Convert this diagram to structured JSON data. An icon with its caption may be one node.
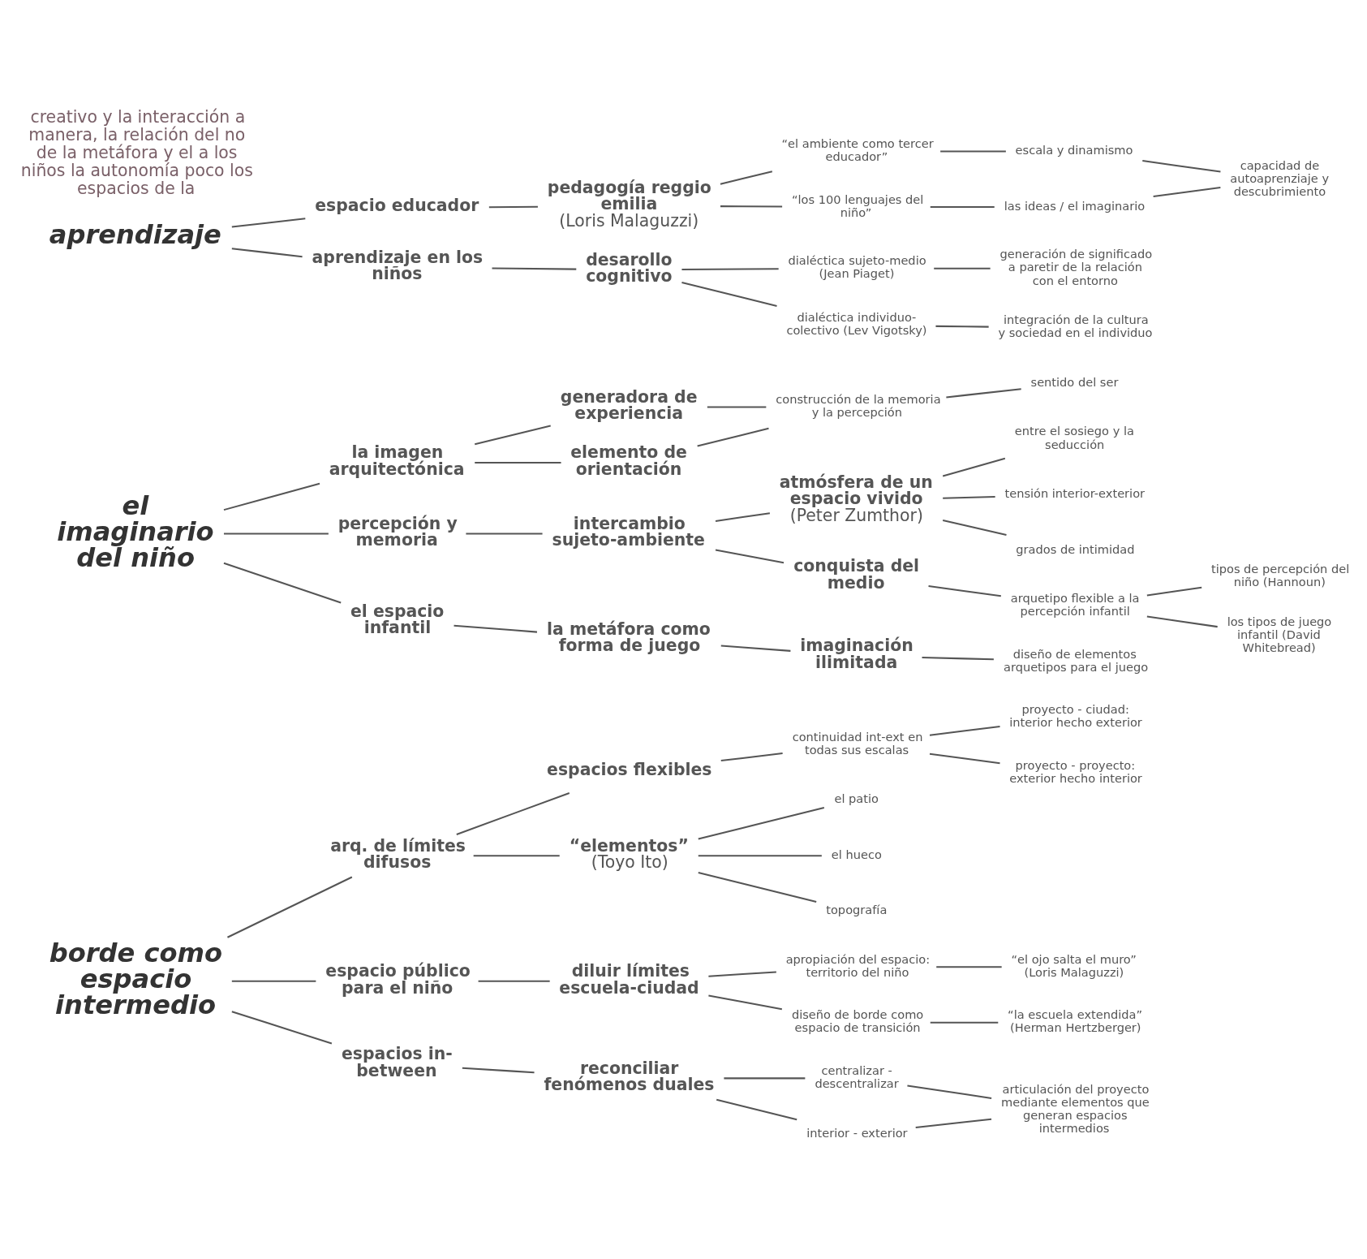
{
  "diagram": {
    "nodes": [
      {
        "text": [
          "borde como espacio intermedio"
        ]
      },
      {
        "text": [
          "arq. de límites difusos"
        ]
      },
      {
        "text": [
          "espacios flexibles"
        ]
      },
      {
        "text": [
          "continuidad int-ext en todas sus escalas"
        ]
      },
      {
        "text": [
          "proyecto - ciudad: interior hecho exterior"
        ]
      },
      {
        "text": [
          "proyecto - proyecto: exterior hecho interior"
        ]
      },
      {
        "text": [
          "“elementos”",
          "(Toyo Ito)"
        ]
      },
      {
        "text": [
          "el patio"
        ]
      },
      {
        "text": [
          "el hueco"
        ]
      },
      {
        "text": [
          "topografía"
        ]
      },
      {
        "text": [
          "espacio público para el niño"
        ]
      },
      {
        "text": [
          "diluir límites escuela-ciudad"
        ]
      },
      {
        "text": [
          "apropiación del espacio: territorio del niño"
        ]
      },
      {
        "text": [
          "“el ojo salta el muro” (Loris Malaguzzi)"
        ]
      },
      {
        "text": [
          "diseño de borde como espacio de transición"
        ]
      },
      {
        "text": [
          "“la escuela extendida” (Herman Hertzberger)"
        ]
      },
      {
        "text": [
          "espacios in-between"
        ]
      },
      {
        "text": [
          "reconciliar fenómenos duales"
        ]
      },
      {
        "text": [
          "centralizar - descentralizar"
        ]
      },
      {
        "text": [
          "interior - exterior"
        ]
      },
      {
        "text": [
          "articulación del proyecto mediante elementos que generan espacios intermedios"
        ]
      },
      {
        "text": [
          "el imaginario del niño"
        ]
      },
      {
        "text": [
          "la imagen arquitectónica"
        ]
      },
      {
        "text": [
          "generadora de experiencia"
        ]
      },
      {
        "text": [
          "elemento de orientación"
        ]
      },
      {
        "text": [
          "construcción de la memoria y la percepción"
        ]
      },
      {
        "text": [
          "sentido del ser"
        ]
      },
      {
        "text": [
          "percepción y memoria"
        ]
      },
      {
        "text": [
          "intercambio sujeto-ambiente"
        ]
      },
      {
        "text": [
          "atmósfera de un espacio vivido",
          "(Peter Zumthor)"
        ]
      },
      {
        "text": [
          "entre el sosiego y la seducción"
        ]
      },
      {
        "text": [
          "tensión interior-exterior"
        ]
      },
      {
        "text": [
          "grados de intimidad"
        ]
      },
      {
        "text": [
          "conquista del medio"
        ]
      },
      {
        "text": [
          "arquetipo flexible a la percepción infantil"
        ]
      },
      {
        "text": [
          "tipos de percepción del niño (Hannoun)"
        ]
      },
      {
        "text": [
          "los tipos de juego infantil (David Whitebread)"
        ]
      },
      {
        "text": [
          "el espacio infantil"
        ]
      },
      {
        "text": [
          "la metáfora como forma de juego"
        ]
      },
      {
        "text": [
          "imaginación ilimitada"
        ]
      },
      {
        "text": [
          "diseño de elementos arquetipos para el juego"
        ]
      },
      {
        "text": [
          "aprendizaje"
        ]
      },
      {
        "text": [
          "espacio educador"
        ]
      },
      {
        "text": [
          "pedagogía reggio emilia",
          "(Loris Malaguzzi)"
        ]
      },
      {
        "text": [
          "“el ambiente como tercer educador”"
        ]
      },
      {
        "text": [
          "escala y dinamismo"
        ]
      },
      {
        "text": [
          "“los 100 lenguajes del niño”"
        ]
      },
      {
        "text": [
          "las ideas / el imaginario"
        ]
      },
      {
        "text": [
          "capacidad de autoaprenziaje y descubrimiento"
        ]
      },
      {
        "text": [
          "aprendizaje en los niños"
        ]
      },
      {
        "text": [
          "desarollo cognitivo"
        ]
      },
      {
        "text": [
          "dialéctica sujeto-medio (Jean Piaget)"
        ]
      },
      {
        "text": [
          "generación de significado a paretir de la relación con el entorno"
        ]
      },
      {
        "text": [
          "dialéctica individuo-colectivo (Lev Vigotsky)"
        ]
      },
      {
        "text": [
          "integración de la cultura y sociedad en el individuo"
        ]
      }
    ],
    "edges": [
      {
        "from": 0,
        "to": 1,
        "arrow": "none"
      },
      {
        "from": 1,
        "to": 2,
        "arrow": "none"
      },
      {
        "from": 2,
        "to": 3,
        "arrow": "none"
      },
      {
        "from": 3,
        "to": 4,
        "arrow": "none"
      },
      {
        "from": 3,
        "to": 5,
        "arrow": "none"
      },
      {
        "from": 1,
        "to": 6,
        "arrow": "none"
      },
      {
        "from": 6,
        "to": 7,
        "arrow": "none"
      },
      {
        "from": 6,
        "to": 8,
        "arrow": "none"
      },
      {
        "from": 6,
        "to": 9,
        "arrow": "none"
      },
      {
        "from": 0,
        "to": 10,
        "arrow": "none"
      },
      {
        "from": 10,
        "to": 11,
        "arrow": "none"
      },
      {
        "from": 11,
        "to": 12,
        "arrow": "none"
      },
      {
        "from": 12,
        "to": 13,
        "arrow": "none"
      },
      {
        "from": 11,
        "to": 14,
        "arrow": "none"
      },
      {
        "from": 14,
        "to": 15,
        "arrow": "none"
      },
      {
        "from": 0,
        "to": 16,
        "arrow": "none"
      },
      {
        "from": 16,
        "to": 17,
        "arrow": "none"
      },
      {
        "from": 17,
        "to": 18,
        "arrow": "none"
      },
      {
        "from": 17,
        "to": 19,
        "arrow": "none"
      },
      {
        "from": 18,
        "to": 20,
        "arrow": "none"
      },
      {
        "from": 19,
        "to": 20,
        "arrow": "none"
      },
      {
        "from": 21,
        "to": 22,
        "arrow": "none"
      },
      {
        "from": 22,
        "to": 23,
        "arrow": "none"
      },
      {
        "from": 22,
        "to": 24,
        "arrow": "none"
      },
      {
        "from": 23,
        "to": 25,
        "arrow": "none"
      },
      {
        "from": 24,
        "to": 25,
        "arrow": "none"
      },
      {
        "from": 25,
        "to": 26,
        "arrow": "none"
      },
      {
        "from": 21,
        "to": 27,
        "arrow": "none"
      },
      {
        "from": 27,
        "to": 28,
        "arrow": "none"
      },
      {
        "from": 28,
        "to": 29,
        "arrow": "none"
      },
      {
        "from": 29,
        "to": 30,
        "arrow": "none"
      },
      {
        "from": 29,
        "to": 31,
        "arrow": "none"
      },
      {
        "from": 29,
        "to": 32,
        "arrow": "none"
      },
      {
        "from": 28,
        "to": 33,
        "arrow": "none"
      },
      {
        "from": 33,
        "to": 34,
        "arrow": "none"
      },
      {
        "from": 34,
        "to": 35,
        "arrow": "none"
      },
      {
        "from": 34,
        "to": 36,
        "arrow": "none"
      },
      {
        "from": 21,
        "to": 37,
        "arrow": "none"
      },
      {
        "from": 37,
        "to": 38,
        "arrow": "none"
      },
      {
        "from": 38,
        "to": 39,
        "arrow": "none"
      },
      {
        "from": 39,
        "to": 40,
        "arrow": "none"
      },
      {
        "from": 41,
        "to": 42,
        "arrow": "none"
      },
      {
        "from": 42,
        "to": 43,
        "arrow": "none"
      },
      {
        "from": 43,
        "to": 44,
        "arrow": "none"
      },
      {
        "from": 43,
        "to": 46,
        "arrow": "none"
      },
      {
        "from": 44,
        "to": 45,
        "arrow": "none"
      },
      {
        "from": 46,
        "to": 47,
        "arrow": "none"
      },
      {
        "from": 45,
        "to": 48,
        "arrow": "none"
      },
      {
        "from": 47,
        "to": 48,
        "arrow": "none"
      },
      {
        "from": 41,
        "to": 49,
        "arrow": "none"
      },
      {
        "from": 49,
        "to": 50,
        "arrow": "none"
      },
      {
        "from": 50,
        "to": 51,
        "arrow": "none"
      },
      {
        "from": 50,
        "to": 53,
        "arrow": "none"
      },
      {
        "from": 51,
        "to": 52,
        "arrow": "none"
      },
      {
        "from": 53,
        "to": 54,
        "arrow": "none"
      }
    ],
    "labels": [
      "creativo y la interacción a manera, la relación del no de la metáfora y el a los niños la autonomía poco los espacios de la"
    ]
  }
}
